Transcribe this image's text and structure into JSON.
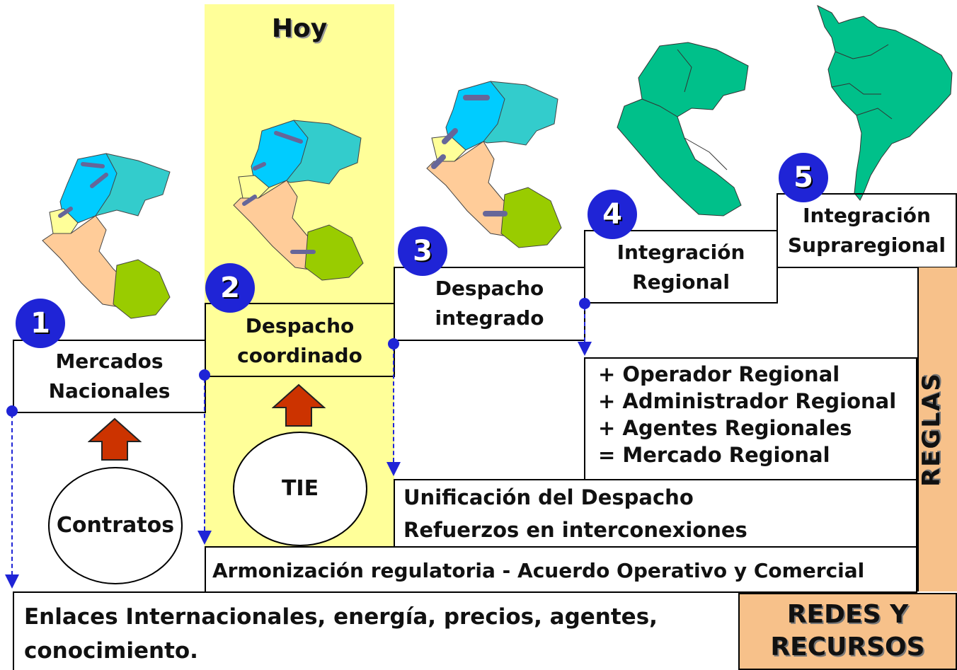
{
  "hoy_label": "Hoy",
  "stages": [
    {
      "number": "1",
      "label_line1": "Mercados",
      "label_line2": "Nacionales"
    },
    {
      "number": "2",
      "label_line1": "Despacho",
      "label_line2": "coordinado"
    },
    {
      "number": "3",
      "label_line1": "Despacho",
      "label_line2": "integrado"
    },
    {
      "number": "4",
      "label_line1": "Integración",
      "label_line2": "Regional"
    },
    {
      "number": "5",
      "label_line1": "Integración",
      "label_line2": "Supraregional"
    }
  ],
  "foundations": {
    "contratos": "Contratos",
    "tie": "TIE"
  },
  "regional_items": [
    "+ Operador Regional",
    "+ Administrador Regional",
    "+ Agentes Regionales",
    "= Mercado Regional"
  ],
  "unificacion_line1": "Unificación del Despacho",
  "unificacion_line2": "Refuerzos en interconexiones",
  "armonizacion": "Armonización regulatoria - Acuerdo Operativo y Comercial",
  "enlaces_line1": "Enlaces Internacionales, energía, precios, agentes,",
  "enlaces_line2": "conocimiento.",
  "reglas": "REGLAS",
  "redes_line1": "REDES Y",
  "redes_line2": "RECURSOS",
  "colors": {
    "accent_blue": "#1f24d6",
    "hoy_yellow": "#ffff99",
    "label_orange": "#f7c18a",
    "arrow_red": "#cc3300",
    "map_colombia": "#00ccff",
    "map_venezuela": "#33cccc",
    "map_ecuador": "#ffff99",
    "map_peru": "#ffcc99",
    "map_bolivia": "#99cc00",
    "map_regional": "#00c08a"
  }
}
